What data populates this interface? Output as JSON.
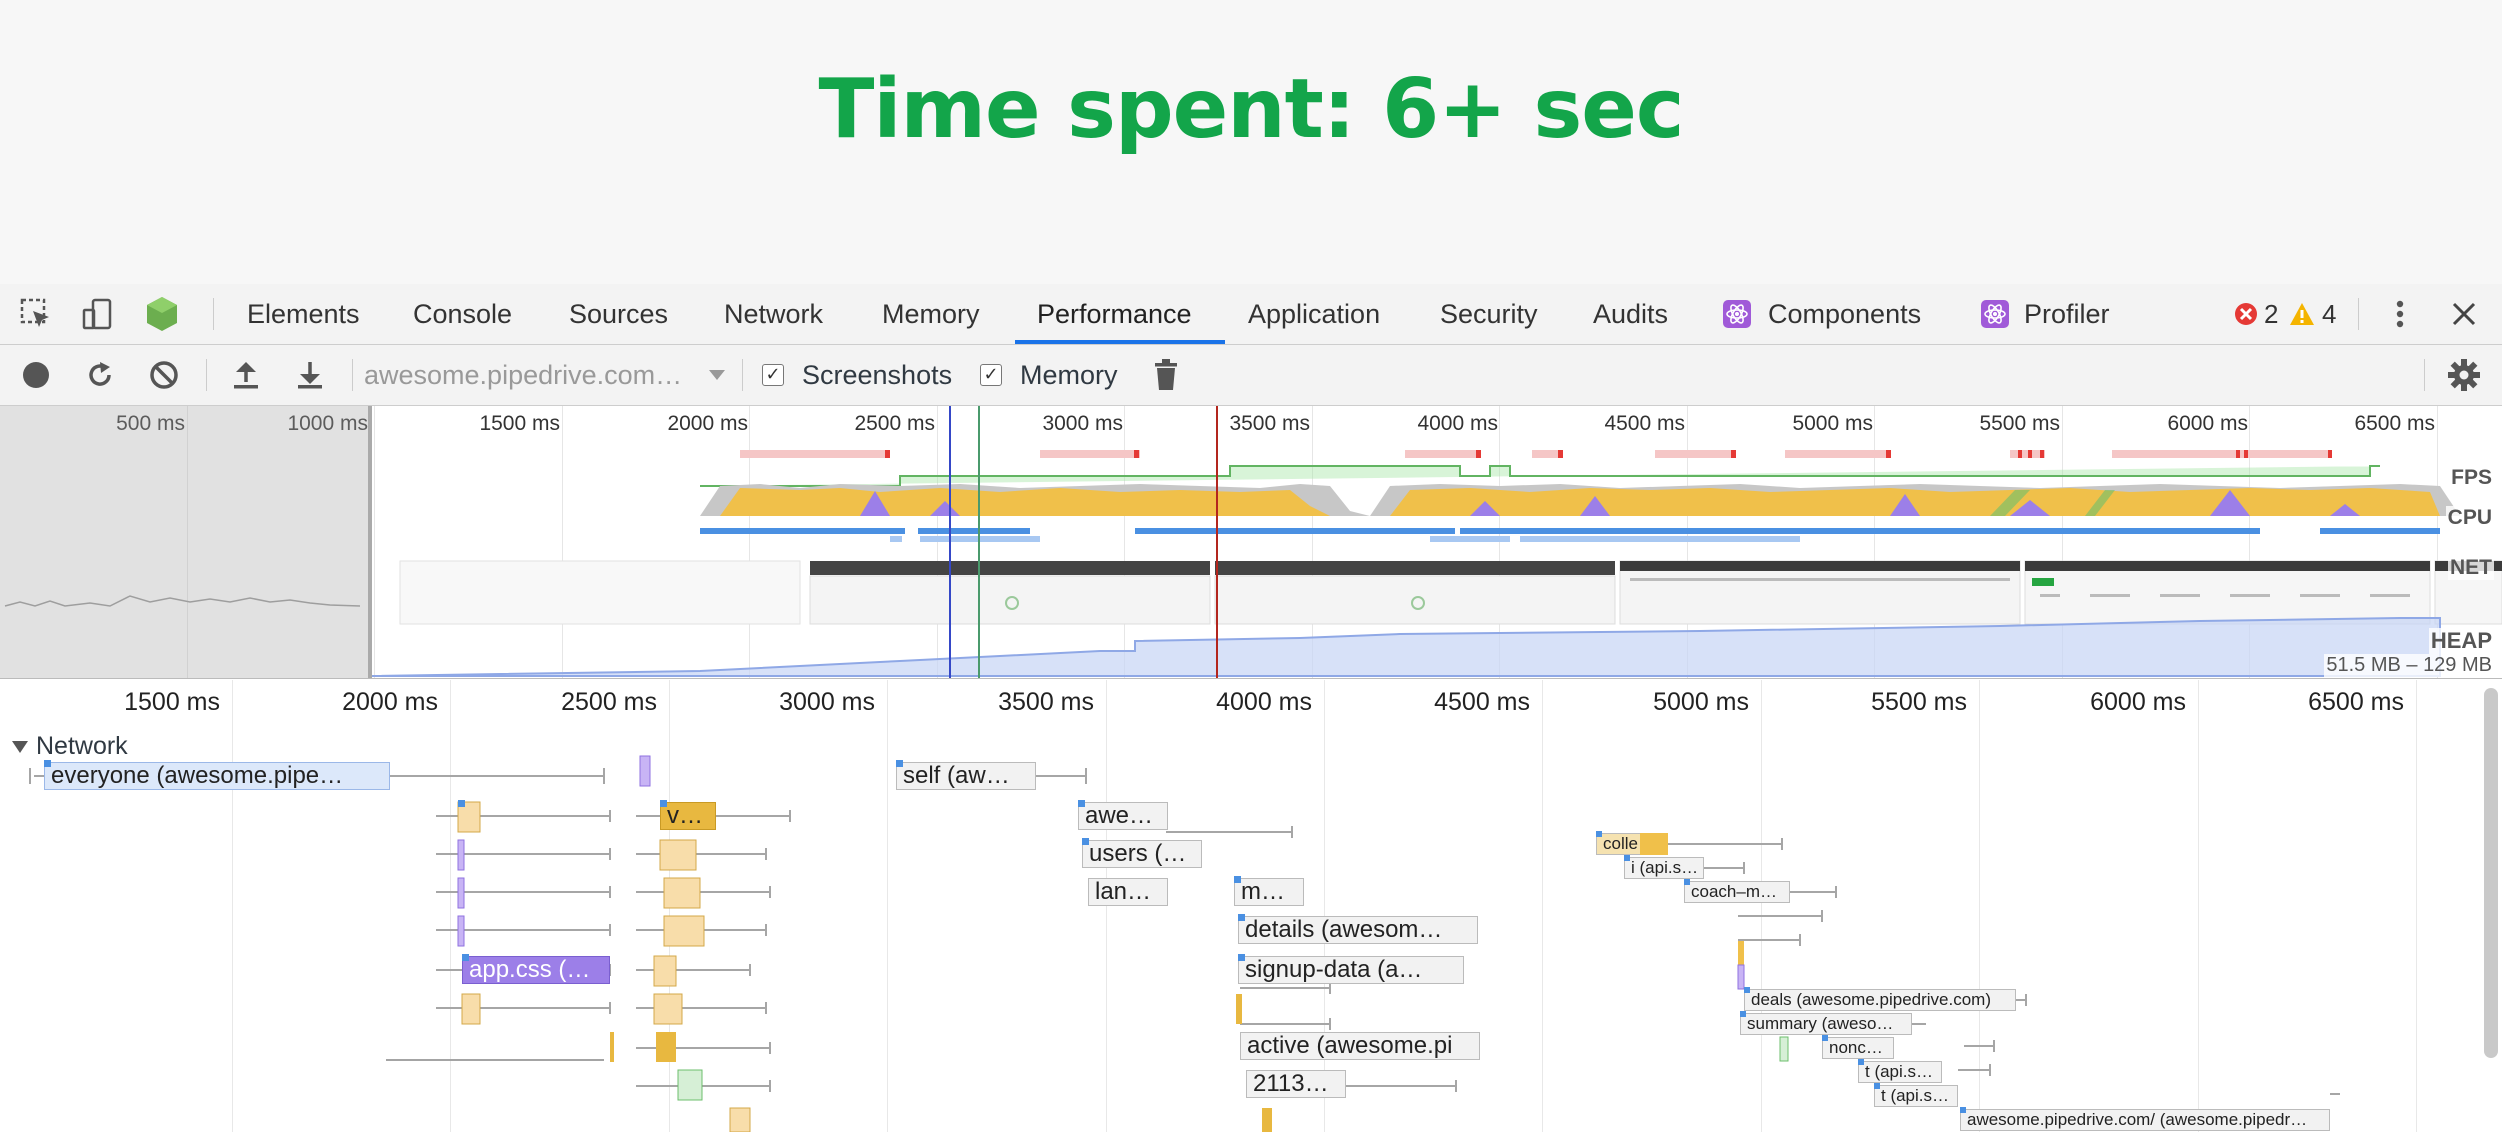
{
  "slide": {
    "title": "Time spent: 6+ sec",
    "title_color": "#13a54a"
  },
  "devtools": {
    "tabs": [
      "Elements",
      "Console",
      "Sources",
      "Network",
      "Memory",
      "Performance",
      "Application",
      "Security",
      "Audits",
      "Components",
      "Profiler"
    ],
    "active_tab": "Performance",
    "errors_count": "2",
    "warnings_count": "4",
    "toolbar": {
      "url_select": "awesome.pipedrive.com…",
      "screenshots_label": "Screenshots",
      "memory_label": "Memory"
    },
    "overview": {
      "ticks": [
        "500 ms",
        "1000 ms",
        "1500 ms",
        "2000 ms",
        "2500 ms",
        "3000 ms",
        "3500 ms",
        "4000 ms",
        "4500 ms",
        "5000 ms",
        "5500 ms",
        "6000 ms",
        "6500 ms"
      ],
      "tracks": [
        "FPS",
        "CPU",
        "NET",
        "HEAP"
      ],
      "heap_range": "51.5 MB – 129 MB"
    },
    "main": {
      "ticks": [
        "1500 ms",
        "2000 ms",
        "2500 ms",
        "3000 ms",
        "3500 ms",
        "4000 ms",
        "4500 ms",
        "5000 ms",
        "5500 ms",
        "6000 ms",
        "6500 ms"
      ],
      "network_label": "Network",
      "requests": [
        "everyone (awesome.pipe…",
        "self (aw…",
        "v…",
        "awe…",
        "users (…",
        "lan…",
        "m…",
        "details (awesom…",
        "signup-data (a…",
        "app.css (…",
        "active (awesome.pi",
        "2113…",
        "colle…",
        "i (api.s…",
        "coach–m…",
        "deals (awesome.pipedrive.com)",
        "summary (aweso…",
        "nonc…",
        "t (api.s…",
        "t (api.s…",
        "awesome.pipedrive.com/ (awesome.pipedr…"
      ]
    }
  },
  "colors": {
    "accent": "#1a73e8",
    "cpu_scripting": "#f0c04a",
    "cpu_rendering": "#9c7fe8",
    "cpu_idle": "#c7c7c7",
    "fps": "#62b462",
    "net": "#4a90e2",
    "heap": "#c6d4f5",
    "error": "#e53935",
    "warning": "#f4b400"
  }
}
